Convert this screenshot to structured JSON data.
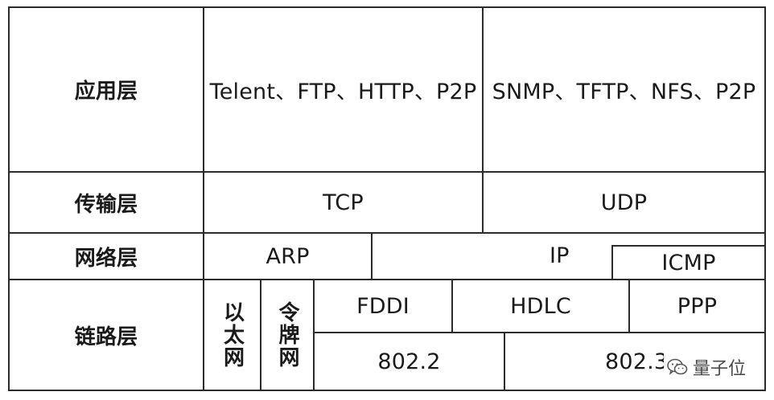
{
  "layers": {
    "application": {
      "name": "应用层",
      "tcp_protocols": "Telent、FTP、HTTP、P2P",
      "udp_protocols": "SNMP、TFTP、NFS、P2P"
    },
    "transport": {
      "name": "传输层",
      "tcp": "TCP",
      "udp": "UDP"
    },
    "network": {
      "name": "网络层",
      "arp": "ARP",
      "ip": "IP",
      "icmp": "ICMP"
    },
    "link": {
      "name": "链路层",
      "ethernet": "以太网",
      "token_ring": "令牌网",
      "fddi": "FDDI",
      "hdlc": "HDLC",
      "ppp": "PPP",
      "ieee_802_2": "802.2",
      "ieee_802_3": "802.3"
    }
  },
  "watermark": {
    "text": "量子位",
    "icon": "wechat-icon"
  }
}
